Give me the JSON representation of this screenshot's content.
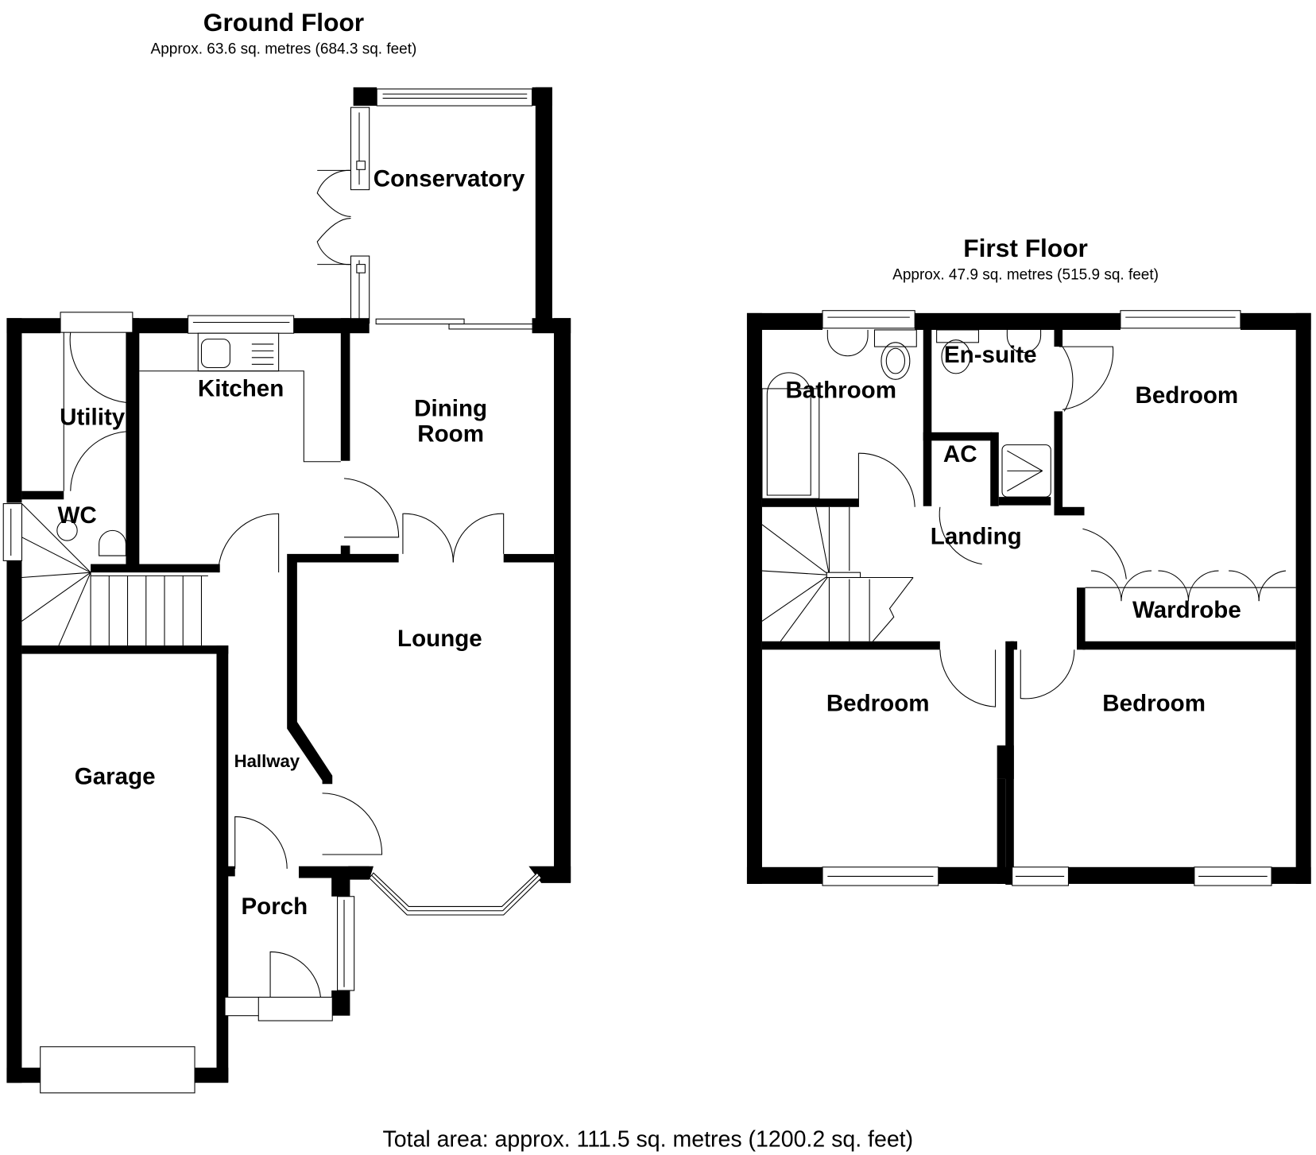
{
  "ground_floor": {
    "title": "Ground Floor",
    "area": "Approx. 63.6 sq. metres (684.3 sq. feet)",
    "rooms": {
      "conservatory": "Conservatory",
      "utility": "Utility",
      "kitchen": "Kitchen",
      "dining_line1": "Dining",
      "dining_line2": "Room",
      "wc": "WC",
      "lounge": "Lounge",
      "garage": "Garage",
      "hallway": "Hallway",
      "porch": "Porch"
    }
  },
  "first_floor": {
    "title": "First Floor",
    "area": "Approx. 47.9 sq. metres (515.9 sq. feet)",
    "rooms": {
      "bathroom": "Bathroom",
      "ensuite": "En-suite",
      "bedroom_master": "Bedroom",
      "ac": "AC",
      "landing": "Landing",
      "wardrobe": "Wardrobe",
      "bedroom_left": "Bedroom",
      "bedroom_right": "Bedroom"
    }
  },
  "total_area": "Total area: approx. 111.5 sq. metres (1200.2 sq. feet)",
  "colors": {
    "wall": "#000000",
    "background": "#ffffff"
  }
}
